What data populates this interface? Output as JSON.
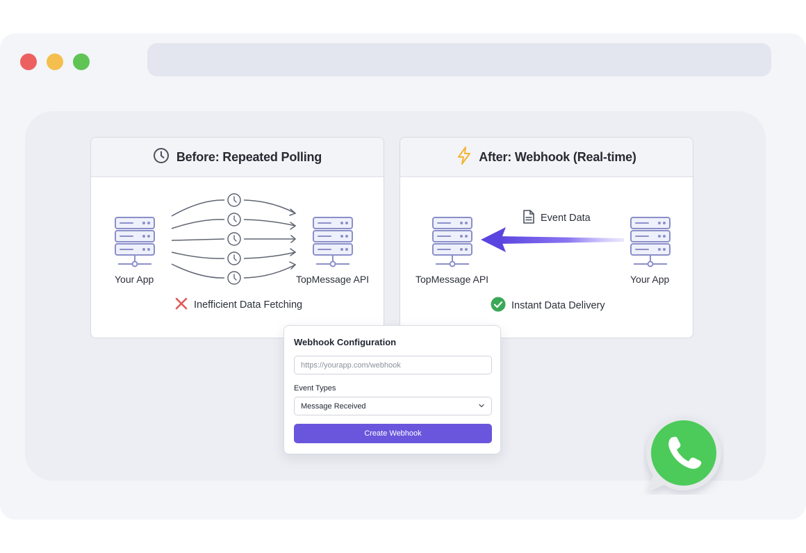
{
  "before_panel": {
    "title": "Before: Repeated Polling",
    "icon": "clock-icon",
    "left_node": "Your App",
    "right_node": "TopMessage API",
    "status": "Inefficient Data Fetching",
    "status_icon": "x-icon"
  },
  "after_panel": {
    "title": "After: Webhook (Real-time)",
    "icon": "lightning-icon",
    "left_node": "TopMessage API",
    "right_node": "Your App",
    "arrow_label": "Event Data",
    "arrow_label_icon": "document-icon",
    "status": "Instant Data Delivery",
    "status_icon": "check-circle-icon"
  },
  "config": {
    "title": "Webhook Configuration",
    "url_placeholder": "https://yourapp.com/webhook",
    "event_types_label": "Event Types",
    "event_type_selected": "Message Received",
    "create_button": "Create Webhook"
  },
  "colors": {
    "accent": "#6a56dc",
    "server": "#8b8fc9",
    "error": "#e05a5a",
    "success": "#3aa857",
    "lightning": "#f2b534",
    "whatsapp": "#4ccb5a"
  }
}
